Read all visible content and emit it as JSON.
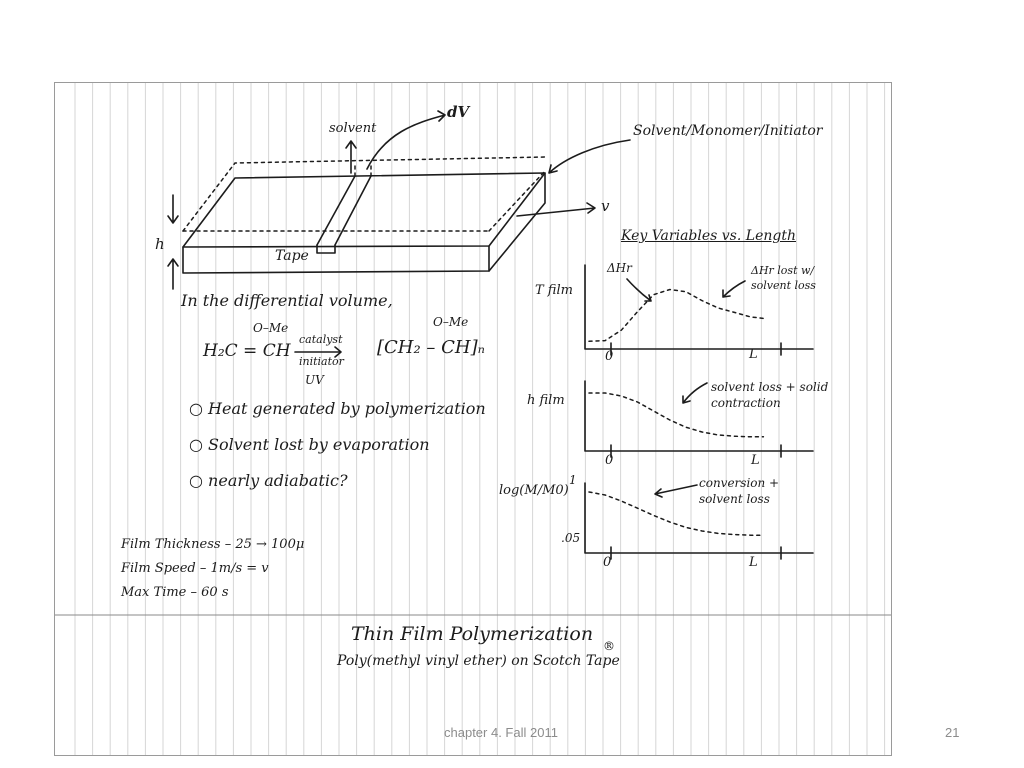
{
  "sketch": {
    "labels": {
      "solvent": "solvent",
      "dv": "dV",
      "solvent_monomer_initiator": "Solvent/Monomer/Initiator",
      "v": "v",
      "h": "h",
      "tape": "Tape",
      "key_variables": "Key Variables vs. Length"
    },
    "differential_volume": {
      "heading": "In the differential volume,",
      "reactant": "H₂C = CH",
      "substituent": "O–Me",
      "catalyst": "catalyst",
      "initiator": "initiator",
      "uv": "UV",
      "product": "[CH₂ – CH]ₙ",
      "product_substituent": "O–Me"
    },
    "bullets": [
      "Heat generated by polymerization",
      "Solvent lost by evaporation",
      "nearly adiabatic?"
    ],
    "parameters": [
      "Film Thickness – 25 → 100μ",
      "Film Speed – 1m/s = v",
      "Max Time – 60 s"
    ],
    "caption": {
      "title": "Thin Film Polymerization",
      "subtitle": "Poly(methyl vinyl ether) on Scotch Tape",
      "registered": "®"
    }
  },
  "chart_data": [
    {
      "type": "line",
      "ylabel": "T film",
      "x_ticks": [
        "0",
        "L"
      ],
      "annotations": [
        "ΔHr",
        "ΔHr lost w/ solvent loss"
      ],
      "x": [
        0,
        0.1,
        0.2,
        0.3,
        0.4,
        0.5,
        0.6,
        0.7,
        0.8,
        0.9,
        1.0,
        1.08
      ],
      "values": [
        0.05,
        0.06,
        0.2,
        0.45,
        0.68,
        0.75,
        0.72,
        0.6,
        0.5,
        0.44,
        0.38,
        0.36
      ]
    },
    {
      "type": "line",
      "ylabel": "h film",
      "x_ticks": [
        "0",
        "L"
      ],
      "annotations": [
        "solvent loss + solid contraction"
      ],
      "x": [
        0,
        0.1,
        0.2,
        0.3,
        0.4,
        0.5,
        0.6,
        0.7,
        0.8,
        0.9,
        1.0,
        1.08
      ],
      "values": [
        0.9,
        0.9,
        0.85,
        0.75,
        0.6,
        0.45,
        0.33,
        0.25,
        0.2,
        0.18,
        0.17,
        0.17
      ]
    },
    {
      "type": "line",
      "ylabel": "log(M/M0)",
      "y_ticks": [
        "1",
        ".05"
      ],
      "x_ticks": [
        "0",
        "L"
      ],
      "annotations": [
        "conversion + solvent loss"
      ],
      "x": [
        0,
        0.1,
        0.2,
        0.3,
        0.4,
        0.5,
        0.6,
        0.7,
        0.8,
        0.9,
        1.0,
        1.08
      ],
      "values": [
        0.95,
        0.9,
        0.8,
        0.68,
        0.56,
        0.45,
        0.36,
        0.3,
        0.26,
        0.24,
        0.23,
        0.23
      ]
    }
  ],
  "footer": {
    "center": "chapter 4. Fall 2011",
    "page_number": "21"
  }
}
